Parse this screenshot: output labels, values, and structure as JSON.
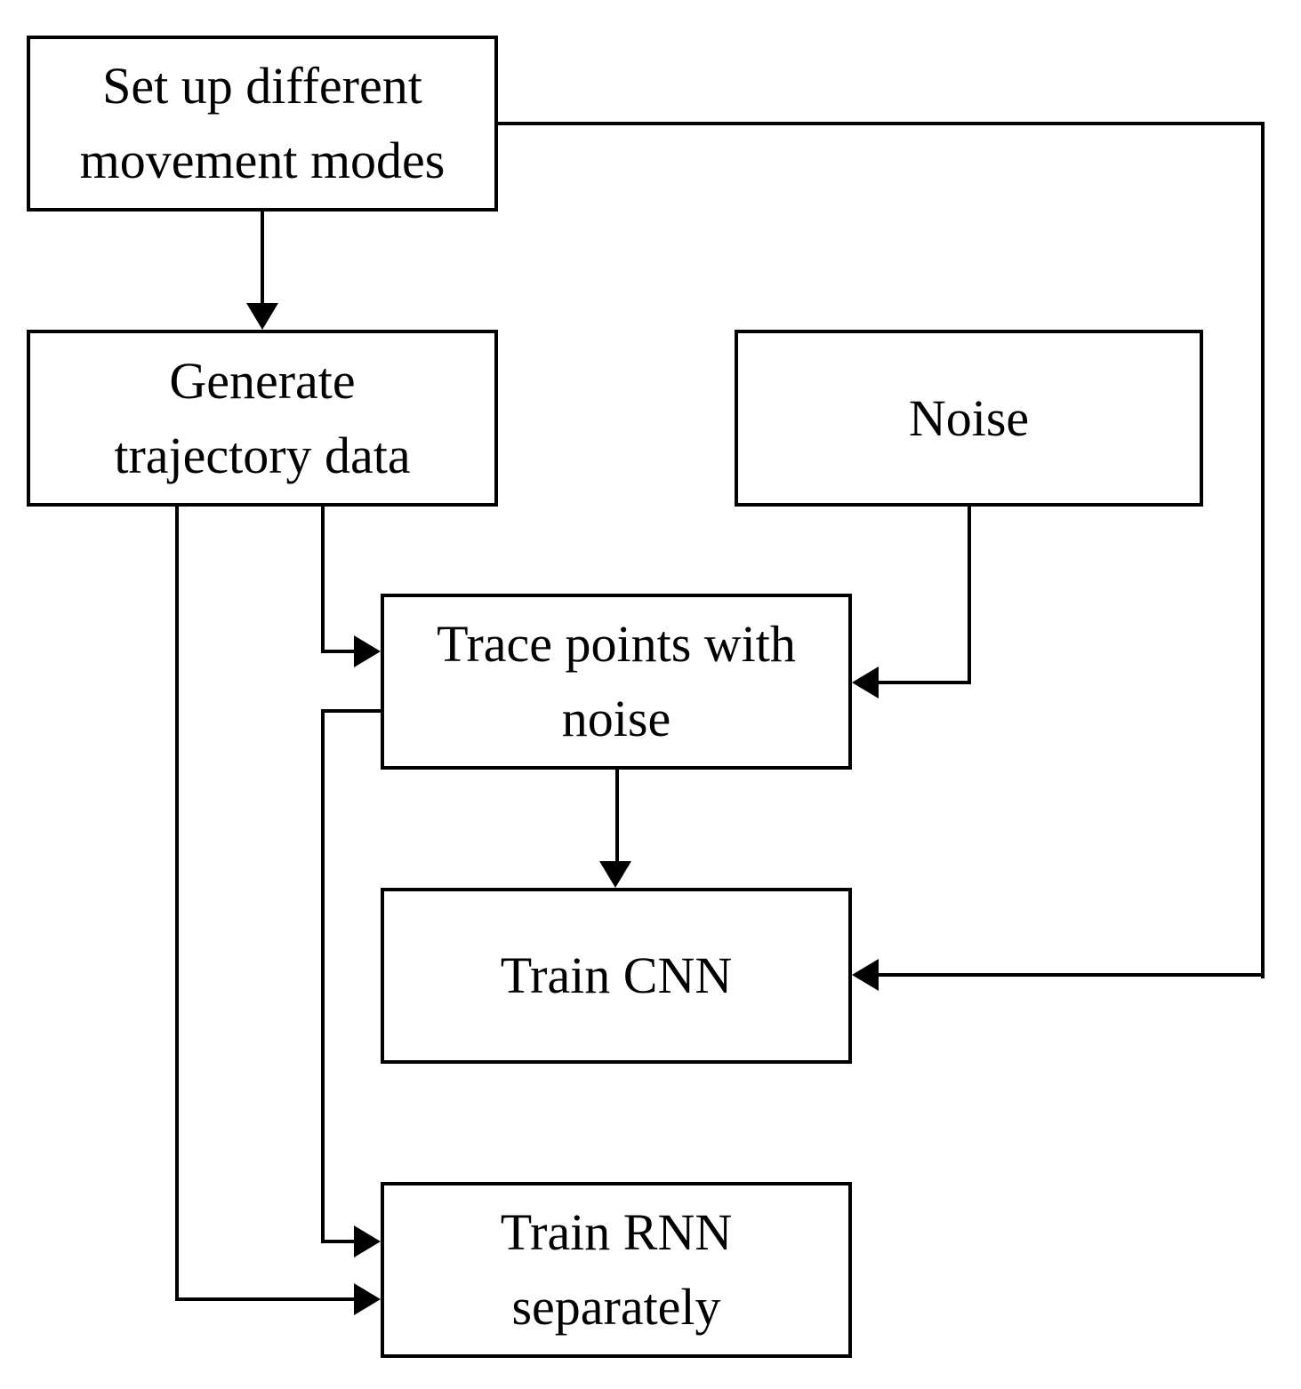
{
  "diagram": {
    "type": "flowchart",
    "colors": {
      "background": "#ffffff",
      "stroke": "#000000",
      "text": "#000000"
    },
    "nodes": [
      {
        "id": "setup",
        "label": "Set up different movement modes",
        "lines": [
          "Set up different",
          "movement modes"
        ]
      },
      {
        "id": "generate",
        "label": "Generate trajectory data",
        "lines": [
          "Generate",
          "trajectory data"
        ]
      },
      {
        "id": "noise",
        "label": "Noise",
        "lines": [
          "Noise"
        ]
      },
      {
        "id": "trace",
        "label": "Trace points with noise",
        "lines": [
          "Trace points with",
          "noise"
        ]
      },
      {
        "id": "cnn",
        "label": "Train CNN",
        "lines": [
          "Train CNN"
        ]
      },
      {
        "id": "rnn",
        "label": "Train RNN separately",
        "lines": [
          "Train RNN",
          "separately"
        ]
      }
    ],
    "edges": [
      {
        "from": "setup",
        "to": "generate"
      },
      {
        "from": "setup",
        "to": "cnn"
      },
      {
        "from": "generate",
        "to": "trace"
      },
      {
        "from": "generate",
        "to": "rnn"
      },
      {
        "from": "noise",
        "to": "trace"
      },
      {
        "from": "trace",
        "to": "cnn"
      },
      {
        "from": "trace",
        "to": "rnn"
      }
    ]
  }
}
